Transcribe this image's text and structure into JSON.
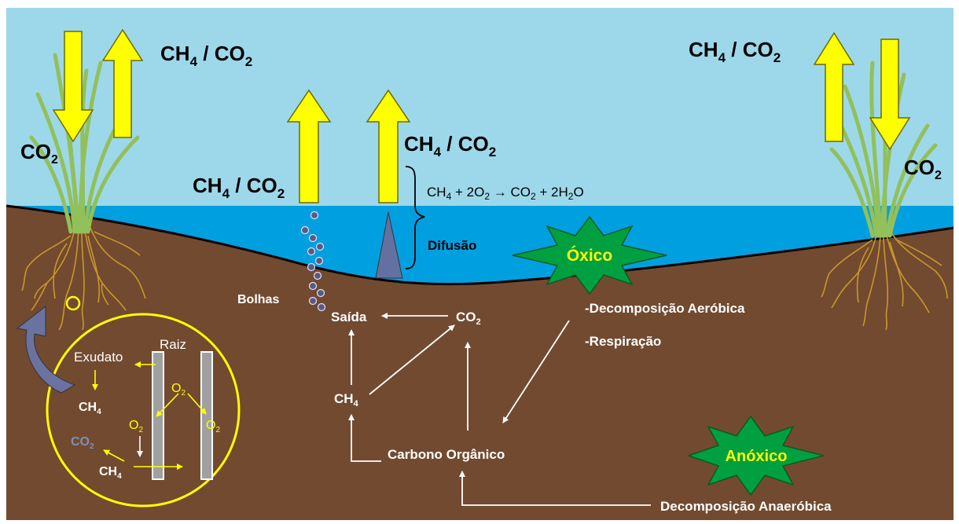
{
  "top_labels": {
    "left": "CH4 / CO2",
    "center": "CH4 / CO2",
    "ebullition": "CH4 / CO2",
    "right": "CH4 / CO2"
  },
  "plant_co2": {
    "left": "CO2",
    "right": "CO2"
  },
  "reaction": "CH4 + 2O2 → CO2 + 2H2O",
  "labels": {
    "difusao": "Difusão",
    "bolhas": "Bolhas",
    "saida": "Saída",
    "co2": "CO2",
    "ch4": "CH4",
    "carbono_organico": "Carbono Orgânico",
    "decomp_aerobica": "-Decomposição Aeróbica",
    "respiracao": "-Respiração",
    "decomp_anaerobica": "Decomposição Anaeróbica"
  },
  "zones": {
    "oxico": "Óxico",
    "anoxico": "Anóxico"
  },
  "root_inset": {
    "raiz": "Raiz",
    "exudato": "Exudato",
    "ch4_upper": "CH4",
    "ch4_lower": "CH4",
    "co2": "CO2",
    "o2_top": "O2",
    "o2_left": "O2",
    "o2_right": "O2"
  },
  "colors": {
    "sky": "#9dd8ea",
    "water": "#00a0e0",
    "soil": "#724a30",
    "arrow_yellow": "#ffff00",
    "grass": "#92c05a",
    "root": "#c8972a",
    "star_green": "#00a040"
  }
}
